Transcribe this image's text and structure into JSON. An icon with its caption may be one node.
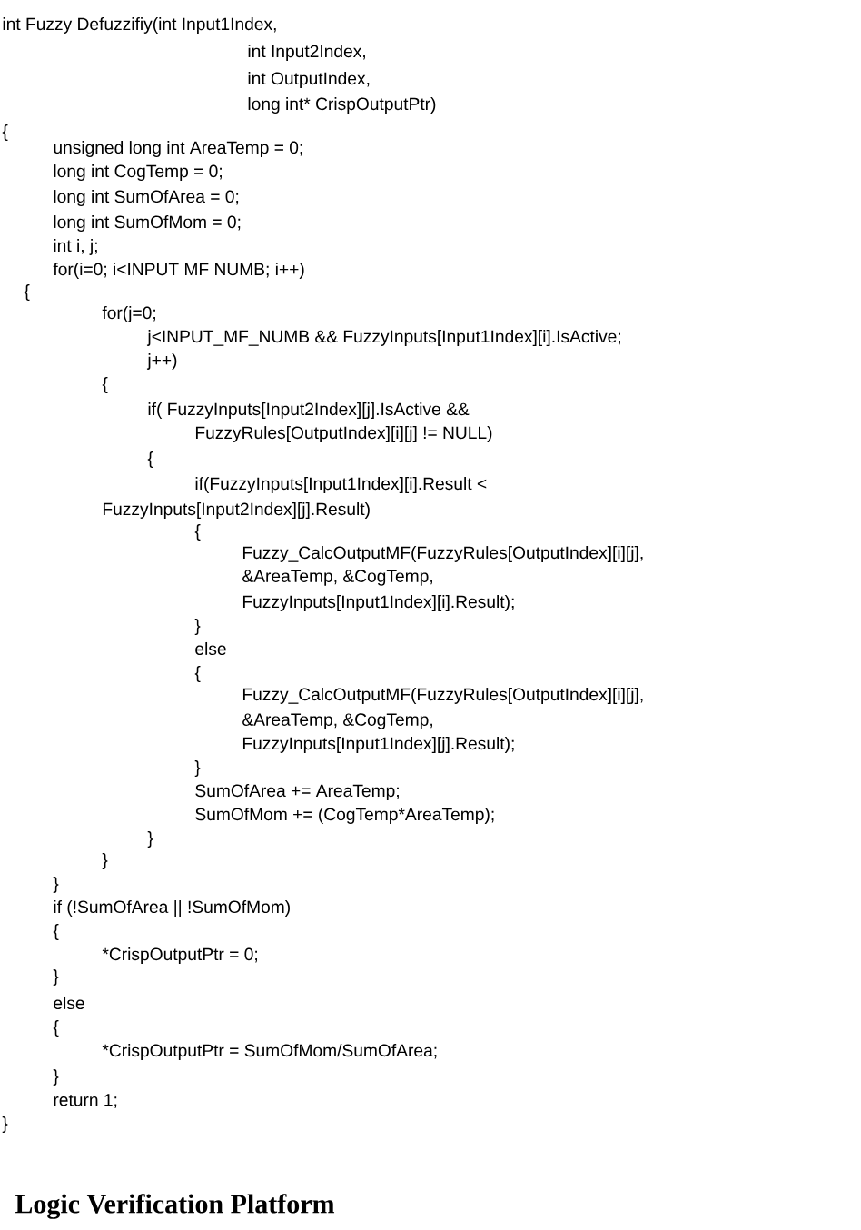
{
  "diagram": {
    "title": "Logic Verification Platform",
    "labels": [
      "int Fuzzy  Defuzzifiy(int Input1Index,",
      "int Input2Index,",
      "int OutputIndex,",
      "long int* CrispOutputPtr)",
      "{",
      "unsigned long int AreaTemp = 0;",
      "long int CogTemp = 0;",
      "long int SumOfArea = 0;",
      "long int SumOfMom = 0;",
      "int i, j;",
      "for(i=0; i<INPUT MF NUMB; i++)",
      "{",
      "for(j=0;",
      "j<INPUT_MF_NUMB && FuzzyInputs[Input1Index][i].IsActive;",
      "j++)",
      "{",
      "if( FuzzyInputs[Input2Index][j].IsActive &&",
      "FuzzyRules[OutputIndex][i][j] != NULL)",
      "{",
      "if(FuzzyInputs[Input1Index][i].Result <",
      "FuzzyInputs[Input2Index][j].Result)",
      "{",
      "Fuzzy_CalcOutputMF(FuzzyRules[OutputIndex][i][j],",
      "&AreaTemp, &CogTemp,",
      "FuzzyInputs[Input1Index][i].Result);",
      "}",
      "else",
      "{",
      "Fuzzy_CalcOutputMF(FuzzyRules[OutputIndex][i][j],",
      "&AreaTemp, &CogTemp,",
      "FuzzyInputs[Input1Index][j].Result);",
      "}",
      "SumOfArea += AreaTemp;",
      "SumOfMom += (CogTemp*AreaTemp);",
      "}",
      "}",
      "}",
      "if (!SumOfArea || !SumOfMom)",
      "{",
      "*CrispOutputPtr = 0;",
      "}",
      "else",
      "{",
      "*CrispOutputPtr = SumOfMom/SumOfArea;",
      "}",
      "return 1;",
      "}"
    ]
  }
}
